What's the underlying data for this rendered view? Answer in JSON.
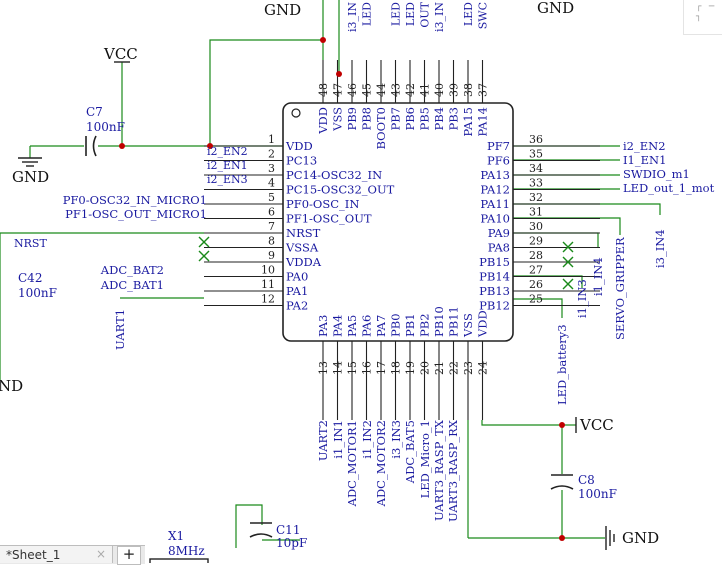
{
  "sheet_tab": {
    "label": "*Sheet_1",
    "close": "×",
    "add": "+"
  },
  "corner_widget": {
    "glyph": "┌ ─ ┐"
  },
  "colors": {
    "wire": "#1a8a1a",
    "text": "#1a1aa0",
    "pin_number": "#222222",
    "body": "#222222",
    "junction": "#c00000"
  },
  "chip": {
    "left_pins": [
      {
        "num": "1",
        "name": "VDD",
        "net": "i2_EN2"
      },
      {
        "num": "2",
        "name": "PC13",
        "net": "i2_EN1"
      },
      {
        "num": "3",
        "name": "PC14-OSC32_IN",
        "net": "i2_EN3"
      },
      {
        "num": "4",
        "name": "PC15-OSC32_OUT",
        "net": ""
      },
      {
        "num": "5",
        "name": "PF0-OSC_IN",
        "net": "PF0-OSC32_IN_MICRO1"
      },
      {
        "num": "6",
        "name": "PF1-OSC_OUT",
        "net": "PF1-OSC_OUT_MICRO1"
      },
      {
        "num": "7",
        "name": "NRST",
        "net": "NRST"
      },
      {
        "num": "8",
        "name": "VSSA",
        "net": ""
      },
      {
        "num": "9",
        "name": "VDDA",
        "net": ""
      },
      {
        "num": "10",
        "name": "PA0",
        "net": "ADC_BAT2"
      },
      {
        "num": "11",
        "name": "PA1",
        "net": "ADC_BAT1"
      },
      {
        "num": "12",
        "name": "PA2",
        "net": "UART1"
      }
    ],
    "right_pins": [
      {
        "num": "36",
        "name": "PF7",
        "net": "i2_EN2"
      },
      {
        "num": "35",
        "name": "PF6",
        "net": "I1_EN1"
      },
      {
        "num": "34",
        "name": "PA13",
        "net": "SWDIO_m1"
      },
      {
        "num": "33",
        "name": "PA12",
        "net": "LED_out_1_mot"
      },
      {
        "num": "32",
        "name": "PA11",
        "net": "i3_IN4"
      },
      {
        "num": "31",
        "name": "PA10",
        "net": "SERVO_GRIPPER"
      },
      {
        "num": "30",
        "name": "PA9",
        "net": "i1_IN4"
      },
      {
        "num": "29",
        "name": "PA8",
        "net": ""
      },
      {
        "num": "28",
        "name": "PB15",
        "net": ""
      },
      {
        "num": "27",
        "name": "PB14",
        "net": "i1_IN3"
      },
      {
        "num": "26",
        "name": "PB13",
        "net": ""
      },
      {
        "num": "25",
        "name": "PB12",
        "net": "LED_battery3"
      }
    ],
    "bottom_pins": [
      {
        "num": "13",
        "name": "PA3",
        "net": "UART2"
      },
      {
        "num": "14",
        "name": "PA4",
        "net": "i1_IN1"
      },
      {
        "num": "15",
        "name": "PA5",
        "net": "ADC_MOTOR1"
      },
      {
        "num": "16",
        "name": "PA6",
        "net": "i1_IN2"
      },
      {
        "num": "17",
        "name": "PA7",
        "net": "ADC_MOTOR2"
      },
      {
        "num": "18",
        "name": "PB0",
        "net": "i3_IN3"
      },
      {
        "num": "19",
        "name": "PB1",
        "net": "ADC_BAT5"
      },
      {
        "num": "20",
        "name": "PB2",
        "net": "LED_Micro_1"
      },
      {
        "num": "21",
        "name": "PB10",
        "net": "UART3_RASP_TX"
      },
      {
        "num": "22",
        "name": "PB11",
        "net": "UART3_RASP_RX"
      },
      {
        "num": "23",
        "name": "VSS",
        "net": ""
      },
      {
        "num": "24",
        "name": "VDD",
        "net": ""
      }
    ],
    "top_pins": [
      {
        "num": "48",
        "name": "VDD",
        "net": ""
      },
      {
        "num": "47",
        "name": "VSS",
        "net": ""
      },
      {
        "num": "46",
        "name": "PB9",
        "net": "i3_IN"
      },
      {
        "num": "45",
        "name": "PB8",
        "net": "LED"
      },
      {
        "num": "44",
        "name": "BOOT0",
        "net": ""
      },
      {
        "num": "43",
        "name": "PB7",
        "net": "LED"
      },
      {
        "num": "42",
        "name": "PB6",
        "net": "LED"
      },
      {
        "num": "41",
        "name": "PB5",
        "net": "OUT"
      },
      {
        "num": "40",
        "name": "PB4",
        "net": "i3_IN"
      },
      {
        "num": "39",
        "name": "PB3",
        "net": ""
      },
      {
        "num": "38",
        "name": "PA15",
        "net": "LED"
      },
      {
        "num": "37",
        "name": "PA14",
        "net": "SWC"
      }
    ]
  },
  "components": {
    "c7": {
      "ref": "C7",
      "value": "100nF"
    },
    "c42": {
      "ref": "C42",
      "value": "100nF"
    },
    "c8": {
      "ref": "C8",
      "value": "100nF"
    },
    "c11": {
      "ref": "C11",
      "value": "10pF"
    },
    "x1": {
      "ref": "X1",
      "value": "8MHz"
    }
  },
  "power": {
    "vcc_left": "VCC",
    "vcc_right": "VCC",
    "gnd_left": "GND",
    "gnd_top_left": "GND",
    "gnd_top_right": "GND",
    "gnd_right": "GND",
    "gnd_bottom_left": "ND"
  }
}
